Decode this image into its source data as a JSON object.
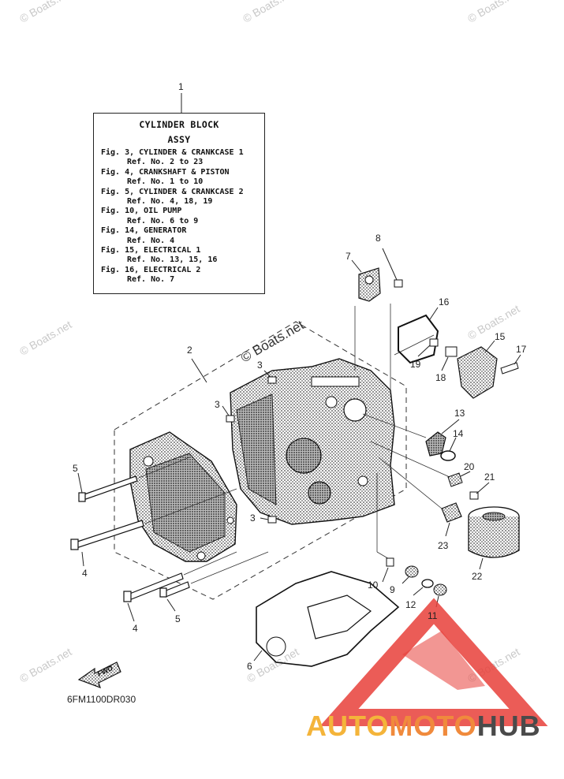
{
  "box": {
    "title1": "CYLINDER BLOCK",
    "title2": "ASSY",
    "lines": [
      {
        "fig": "Fig. 3, CYLINDER & CRANKCASE 1",
        "ref": "Ref. No. 2 to 23"
      },
      {
        "fig": "Fig. 4, CRANKSHAFT & PISTON",
        "ref": "Ref. No. 1 to 10"
      },
      {
        "fig": "Fig. 5, CYLINDER & CRANKCASE 2",
        "ref": "Ref. No. 4, 18, 19"
      },
      {
        "fig": "Fig. 10, OIL PUMP",
        "ref": "Ref. No. 6 to 9"
      },
      {
        "fig": "Fig. 14, GENERATOR",
        "ref": "Ref. No. 4"
      },
      {
        "fig": "Fig. 15, ELECTRICAL 1",
        "ref": "Ref. No. 13, 15, 16"
      },
      {
        "fig": "Fig. 16, ELECTRICAL 2",
        "ref": "Ref. No. 7"
      }
    ]
  },
  "labels": {
    "n1": "1",
    "n2": "2",
    "n3a": "3",
    "n3b": "3",
    "n3c": "3",
    "n4a": "4",
    "n4b": "4",
    "n5a": "5",
    "n5b": "5",
    "n6": "6",
    "n7": "7",
    "n8": "8",
    "n9": "9",
    "n10": "10",
    "n11": "11",
    "n12": "12",
    "n13": "13",
    "n14": "14",
    "n15": "15",
    "n16": "16",
    "n17": "17",
    "n18": "18",
    "n19": "19",
    "n20": "20",
    "n21": "21",
    "n22": "22",
    "n23": "23"
  },
  "diagram_code": "6FM1100DR030",
  "fwd_label": "FWD",
  "watermark": "© Boats.net",
  "logo": {
    "part1": "AUTO",
    "part2": "MOTO",
    "part3": "HUB"
  },
  "colors": {
    "logo_red": "#e8403a",
    "logo_yellow": "#f4b43a",
    "logo_orange": "#f08a3c",
    "logo_gray": "#4a4a4a"
  }
}
